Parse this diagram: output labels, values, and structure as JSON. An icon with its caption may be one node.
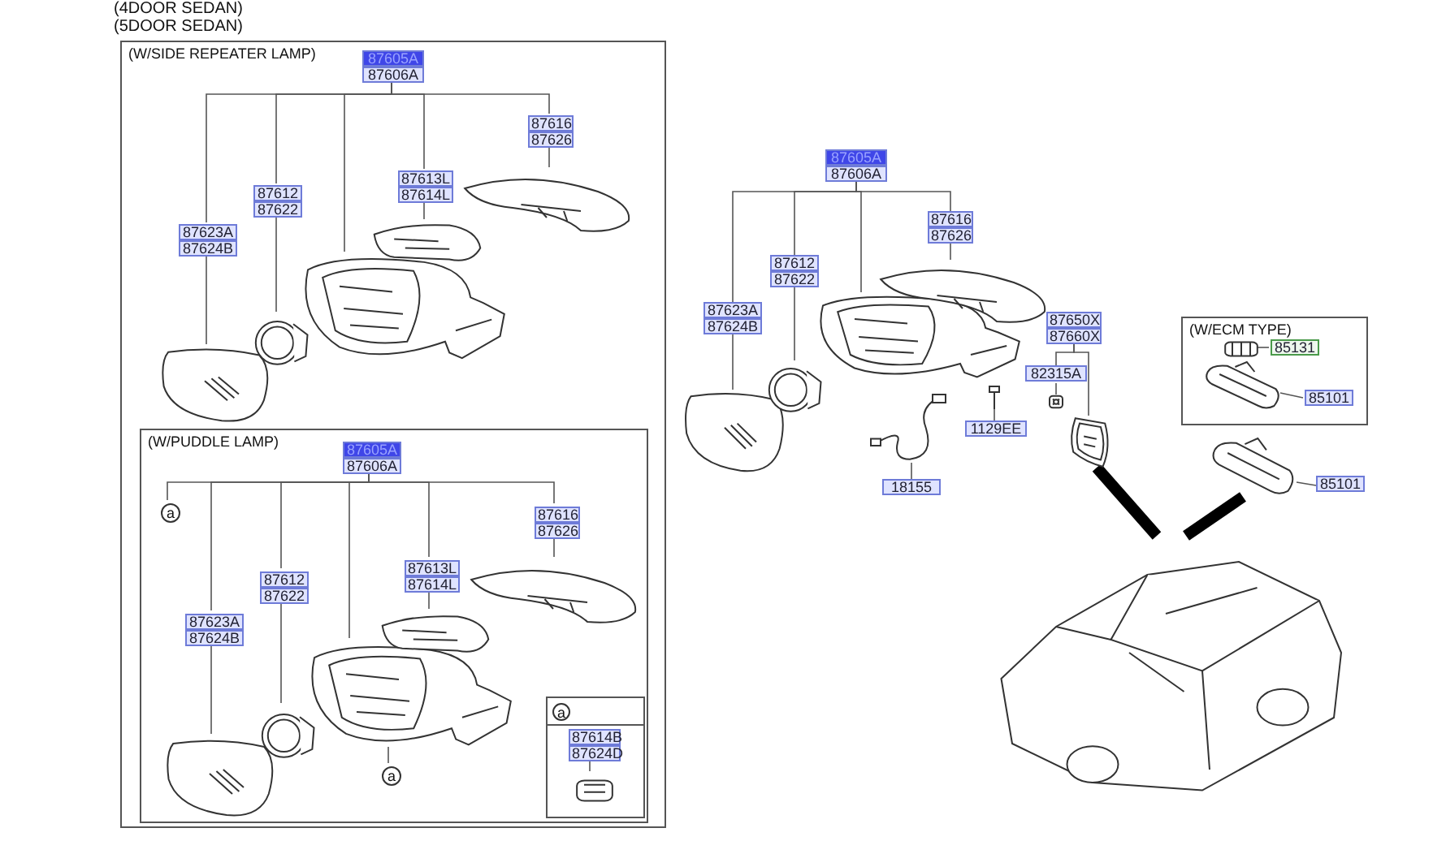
{
  "diagram": {
    "nodes": [
      {
        "text": [
          "(W/SIDE REPEATER LAMP)"
        ]
      },
      {
        "text": [
          "87605A",
          "87606A"
        ],
        "in": 0
      },
      {
        "text": [],
        "shape": "picture",
        "in": 0
      },
      {
        "text": [],
        "shape": "picture",
        "in": 0
      },
      {
        "text": [],
        "shape": "picture",
        "in": 0
      },
      {
        "text": [],
        "shape": "picture",
        "in": 0
      },
      {
        "text": [],
        "shape": "picture",
        "in": 0
      },
      {
        "text": [
          "87623A",
          "87624B"
        ],
        "in": 0
      },
      {
        "text": [
          "87612",
          "87622"
        ],
        "in": 0
      },
      {
        "text": [
          "87613L",
          "87614L"
        ],
        "in": 0
      },
      {
        "text": [
          "87616",
          "87626"
        ],
        "in": 0
      },
      {
        "text": [
          "(W/PUDDLE LAMP)"
        ],
        "in": 0
      },
      {
        "text": [
          "87605A",
          "87606A"
        ],
        "in": 11
      },
      {
        "text": [],
        "shape": "picture",
        "in": 11
      },
      {
        "text": [],
        "shape": "picture",
        "in": 11
      },
      {
        "text": [],
        "shape": "picture",
        "in": 11
      },
      {
        "text": [],
        "shape": "picture",
        "in": 11
      },
      {
        "text": [],
        "shape": "picture",
        "in": 11
      },
      {
        "text": [
          "87623A",
          "87624B"
        ],
        "in": 11
      },
      {
        "text": [
          "87612",
          "87622"
        ],
        "in": 11
      },
      {
        "text": [
          "87613L",
          "87614L"
        ],
        "in": 11
      },
      {
        "text": [
          "87616",
          "87626"
        ],
        "in": 11
      },
      {
        "text": [
          "a"
        ],
        "in": 11
      },
      {
        "text": [
          "a"
        ],
        "in": 11
      },
      {
        "text": [],
        "shape": "box",
        "in": 11
      },
      {
        "text": [
          "87614B",
          "87624D"
        ],
        "in": 24
      },
      {
        "text": [],
        "shape": "picture",
        "in": 24
      },
      {
        "text": [
          "87605A",
          "87606A"
        ]
      },
      {
        "text": [],
        "shape": "picture"
      },
      {
        "text": [],
        "shape": "picture"
      },
      {
        "text": [],
        "shape": "picture"
      },
      {
        "text": [],
        "shape": "picture"
      },
      {
        "text": [
          "87623A",
          "87624B"
        ]
      },
      {
        "text": [
          "87612",
          "87622"
        ]
      },
      {
        "text": [
          "87616",
          "87626"
        ]
      },
      {
        "text": [
          "1129EE"
        ]
      },
      {
        "text": [],
        "shape": "picture"
      },
      {
        "text": [
          "18155"
        ]
      },
      {
        "text": [],
        "shape": "picture"
      },
      {
        "text": [
          "87650X",
          "87660X"
        ]
      },
      {
        "text": [
          "82315A"
        ]
      },
      {
        "text": [],
        "shape": "picture"
      },
      {
        "text": [],
        "shape": "picture"
      },
      {
        "text": [
          "(W/ECM TYPE)"
        ]
      },
      {
        "text": [
          "85131"
        ],
        "in": 43
      },
      {
        "text": [],
        "shape": "picture",
        "in": 43
      },
      {
        "text": [
          "85101"
        ],
        "in": 43
      },
      {
        "text": [],
        "shape": "picture",
        "in": 43
      },
      {
        "text": [
          "85101"
        ]
      },
      {
        "text": [],
        "shape": "picture"
      },
      {
        "text": [],
        "shape": "picture"
      },
      {
        "text": [
          "a"
        ],
        "in": 24
      }
    ],
    "edges": [
      {
        "from": 1,
        "to": 7,
        "arrow": "none"
      },
      {
        "from": 1,
        "to": 8,
        "arrow": "none"
      },
      {
        "from": 1,
        "to": 4,
        "arrow": "none"
      },
      {
        "from": 1,
        "to": 9,
        "arrow": "none"
      },
      {
        "from": 1,
        "to": 10,
        "arrow": "none"
      },
      {
        "from": 7,
        "to": 2,
        "arrow": "none"
      },
      {
        "from": 8,
        "to": 3,
        "arrow": "none"
      },
      {
        "from": 9,
        "to": 5,
        "arrow": "none"
      },
      {
        "from": 10,
        "to": 6,
        "arrow": "none"
      },
      {
        "from": 12,
        "to": 22,
        "arrow": "none"
      },
      {
        "from": 12,
        "to": 18,
        "arrow": "none"
      },
      {
        "from": 12,
        "to": 19,
        "arrow": "none"
      },
      {
        "from": 12,
        "to": 15,
        "arrow": "none"
      },
      {
        "from": 12,
        "to": 20,
        "arrow": "none"
      },
      {
        "from": 12,
        "to": 21,
        "arrow": "none"
      },
      {
        "from": 18,
        "to": 13,
        "arrow": "none"
      },
      {
        "from": 19,
        "to": 14,
        "arrow": "none"
      },
      {
        "from": 20,
        "to": 16,
        "arrow": "none"
      },
      {
        "from": 21,
        "to": 17,
        "arrow": "none"
      },
      {
        "from": 23,
        "to": 15,
        "arrow": "none"
      },
      {
        "from": 25,
        "to": 26,
        "arrow": "none"
      },
      {
        "from": 27,
        "to": 32,
        "arrow": "none"
      },
      {
        "from": 27,
        "to": 33,
        "arrow": "none"
      },
      {
        "from": 27,
        "to": 30,
        "arrow": "none"
      },
      {
        "from": 27,
        "to": 34,
        "arrow": "none"
      },
      {
        "from": 32,
        "to": 28,
        "arrow": "none"
      },
      {
        "from": 33,
        "to": 29,
        "arrow": "none"
      },
      {
        "from": 34,
        "to": 31,
        "arrow": "none"
      },
      {
        "from": 35,
        "to": 36,
        "arrow": "none"
      },
      {
        "from": 37,
        "to": 38,
        "arrow": "none"
      },
      {
        "from": 39,
        "to": 40,
        "arrow": "none"
      },
      {
        "from": 39,
        "to": 42,
        "arrow": "none"
      },
      {
        "from": 40,
        "to": 41,
        "arrow": "none"
      },
      {
        "from": 44,
        "to": 45,
        "arrow": "none"
      },
      {
        "from": 46,
        "to": 47,
        "arrow": "none"
      },
      {
        "from": 48,
        "to": 49,
        "arrow": "none"
      },
      {
        "from": 42,
        "to": 50,
        "arrow": "none",
        "style": "thick"
      },
      {
        "from": 49,
        "to": 50,
        "arrow": "none",
        "style": "thick"
      }
    ],
    "labels": [
      "(4DOOR SEDAN)",
      "(5DOOR SEDAN)"
    ]
  }
}
